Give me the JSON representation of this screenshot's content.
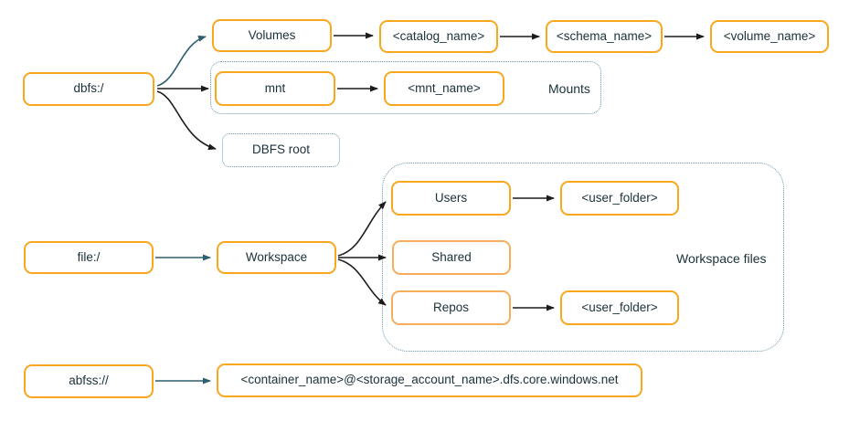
{
  "colors": {
    "box_border": "#F9A71F",
    "box_border_light": "#F6AE5C",
    "dotted_border": "#6C93AC",
    "arrow_black": "#1C1C1C",
    "arrow_teal": "#2E5F6E",
    "text": "#1B3139",
    "bg": "#FFFFFF"
  },
  "nodes": {
    "dbfs": {
      "label": "dbfs:/"
    },
    "volumes": {
      "label": "Volumes"
    },
    "catalog_name": {
      "label": "<catalog_name>"
    },
    "schema_name": {
      "label": "<schema_name>"
    },
    "volume_name": {
      "label": "<volume_name>"
    },
    "mnt": {
      "label": "mnt"
    },
    "mnt_name": {
      "label": "<mnt_name>"
    },
    "dbfs_root": {
      "label": "DBFS root"
    },
    "file": {
      "label": "file:/"
    },
    "workspace": {
      "label": "Workspace"
    },
    "users": {
      "label": "Users"
    },
    "user_folder_top": {
      "label": "<user_folder>"
    },
    "shared": {
      "label": "Shared"
    },
    "repos": {
      "label": "Repos"
    },
    "user_folder_bottom": {
      "label": "<user_folder>"
    },
    "abfss": {
      "label": "abfss://"
    },
    "container_path": {
      "label": "<container_name>@<storage_account_name>.dfs.core.windows.net"
    }
  },
  "groups": {
    "mounts": {
      "label": "Mounts"
    },
    "workspace_files": {
      "label": "Workspace files"
    }
  },
  "edges": [
    {
      "from": "dbfs",
      "to": "volumes",
      "color": "teal"
    },
    {
      "from": "dbfs",
      "to": "mnt",
      "color": "black"
    },
    {
      "from": "dbfs",
      "to": "dbfs_root",
      "color": "black"
    },
    {
      "from": "volumes",
      "to": "catalog_name",
      "color": "black"
    },
    {
      "from": "catalog_name",
      "to": "schema_name",
      "color": "black"
    },
    {
      "from": "schema_name",
      "to": "volume_name",
      "color": "black"
    },
    {
      "from": "mnt",
      "to": "mnt_name",
      "color": "black"
    },
    {
      "from": "file",
      "to": "workspace",
      "color": "teal"
    },
    {
      "from": "workspace",
      "to": "users",
      "color": "black"
    },
    {
      "from": "workspace",
      "to": "shared",
      "color": "black"
    },
    {
      "from": "workspace",
      "to": "repos",
      "color": "black"
    },
    {
      "from": "users",
      "to": "user_folder_top",
      "color": "black"
    },
    {
      "from": "repos",
      "to": "user_folder_bottom",
      "color": "black"
    },
    {
      "from": "abfss",
      "to": "container_path",
      "color": "teal"
    }
  ]
}
